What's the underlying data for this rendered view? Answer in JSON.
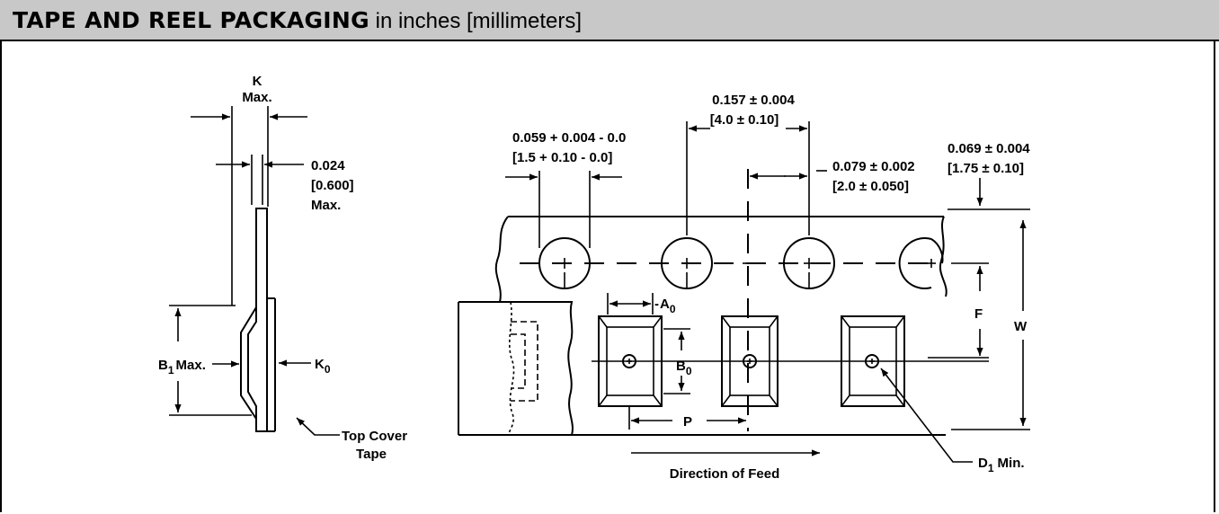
{
  "header": {
    "title_bold": "TAPE AND REEL PACKAGING",
    "title_rest": " in inches [millimeters]"
  },
  "side_view": {
    "k_label": "K",
    "k_max": "Max.",
    "thickness_in": "0.024",
    "thickness_mm": "[0.600]",
    "thickness_max": "Max.",
    "b1_label": "B",
    "b1_sub": "1",
    "b1_max": "Max.",
    "k0_label": "K",
    "k0_sub": "0",
    "cover_line1": "Top Cover",
    "cover_line2": "Tape"
  },
  "tape_view": {
    "hole_dia_in": "0.059 + 0.004 - 0.0",
    "hole_dia_mm": "[1.5 + 0.10 - 0.0]",
    "pitch_in": "0.157 ± 0.004",
    "pitch_mm": "[4.0 ± 0.10]",
    "half_pitch_in": "0.079 ± 0.002",
    "half_pitch_mm": "[2.0 ± 0.050]",
    "edge_in": "0.069 ± 0.004",
    "edge_mm": "[1.75 ± 0.10]",
    "a0_label": "A",
    "a0_sub": "0",
    "b0_label": "B",
    "b0_sub": "0",
    "f_label": "F",
    "w_label": "W",
    "p_label": "P",
    "d1_label": "D",
    "d1_sub": "1",
    "d1_min": "Min.",
    "feed_label": "Direction of Feed"
  }
}
